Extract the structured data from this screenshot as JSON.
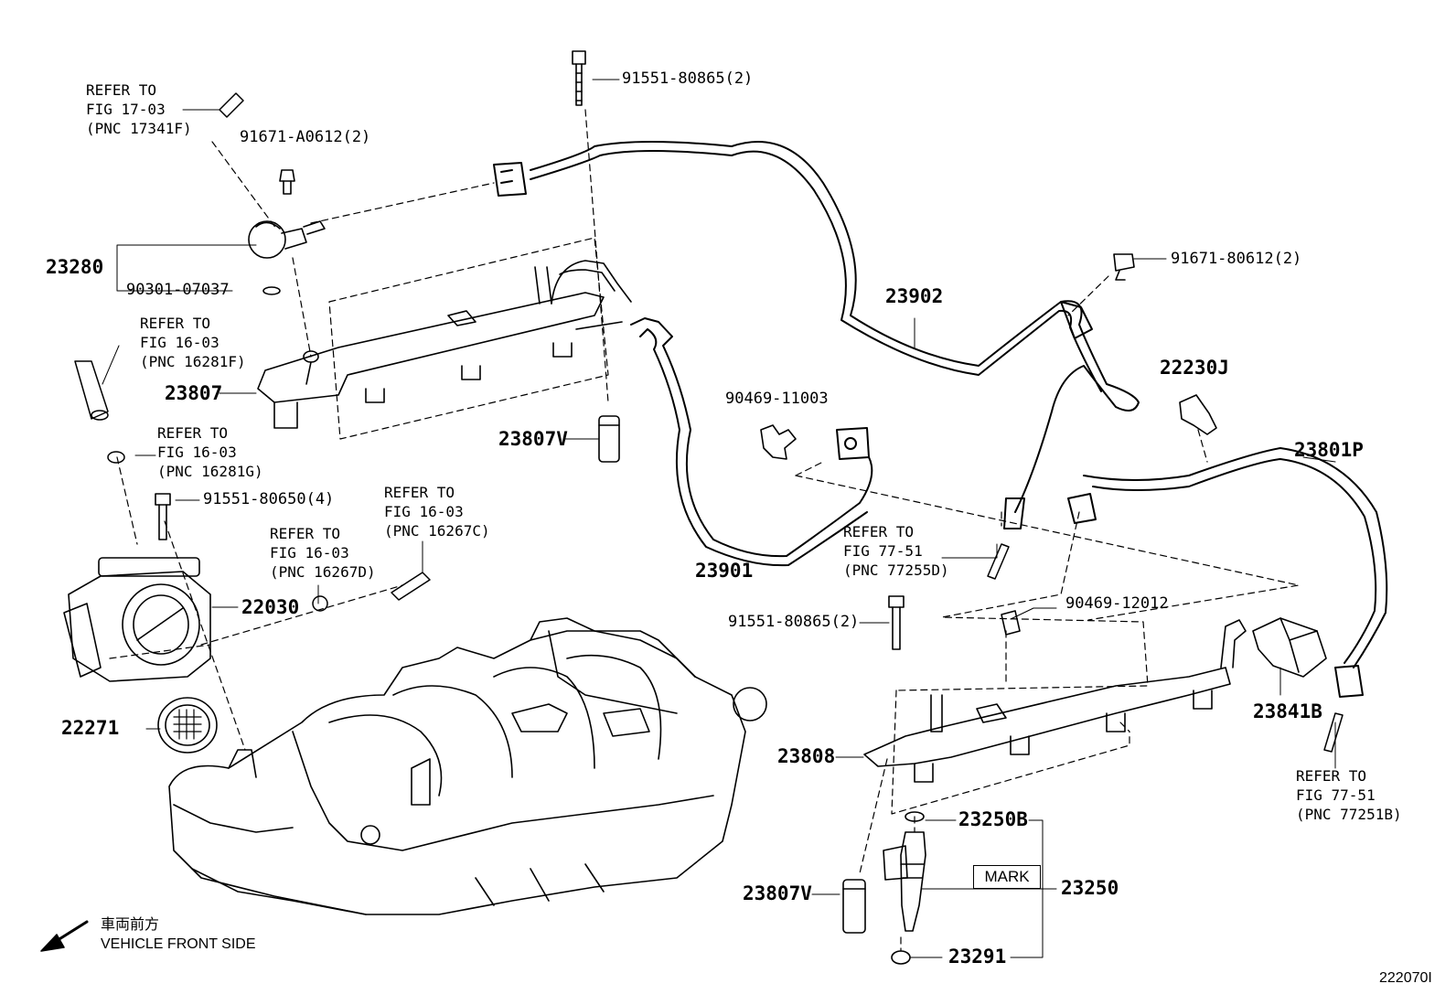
{
  "callouts": {
    "p91551_80865_top": "91551-80865(2)",
    "p91671_a0612": "91671-A0612(2)",
    "p23280": "23280",
    "p90301_07037": "90301-07037",
    "p23902": "23902",
    "p91671_80612": "91671-80612(2)",
    "p23807": "23807",
    "p23807v_upper": "23807V",
    "p90469_11003": "90469-11003",
    "p22230j": "22230J",
    "p23801p": "23801P",
    "p91551_80650": "91551-80650(4)",
    "p23901": "23901",
    "p22030": "22030",
    "p91551_80865_mid": "91551-80865(2)",
    "p90469_12012": "90469-12012",
    "p23841b": "23841B",
    "p22271": "22271",
    "p23808": "23808",
    "p23250b": "23250B",
    "p23250": "23250",
    "p23807v_lower": "23807V",
    "p23291": "23291"
  },
  "references": {
    "ref_17341f": "REFER TO\nFIG 17-03\n(PNC 17341F)",
    "ref_16281f": "REFER TO\nFIG 16-03\n(PNC 16281F)",
    "ref_16281g": "REFER TO\nFIG 16-03\n(PNC 16281G)",
    "ref_16267c": "REFER TO\nFIG 16-03\n(PNC 16267C)",
    "ref_16267d": "REFER TO\nFIG 16-03\n(PNC 16267D)",
    "ref_77255d": "REFER TO\nFIG 77-51\n(PNC 77255D)",
    "ref_77251b": "REFER TO\nFIG 77-51\n(PNC 77251B)"
  },
  "mark_label": "MARK",
  "direction": {
    "japanese": "車両前方",
    "english": "VEHICLE FRONT SIDE",
    "arrow_icon": "arrow-down-left-icon"
  },
  "figure_id": "222070I"
}
